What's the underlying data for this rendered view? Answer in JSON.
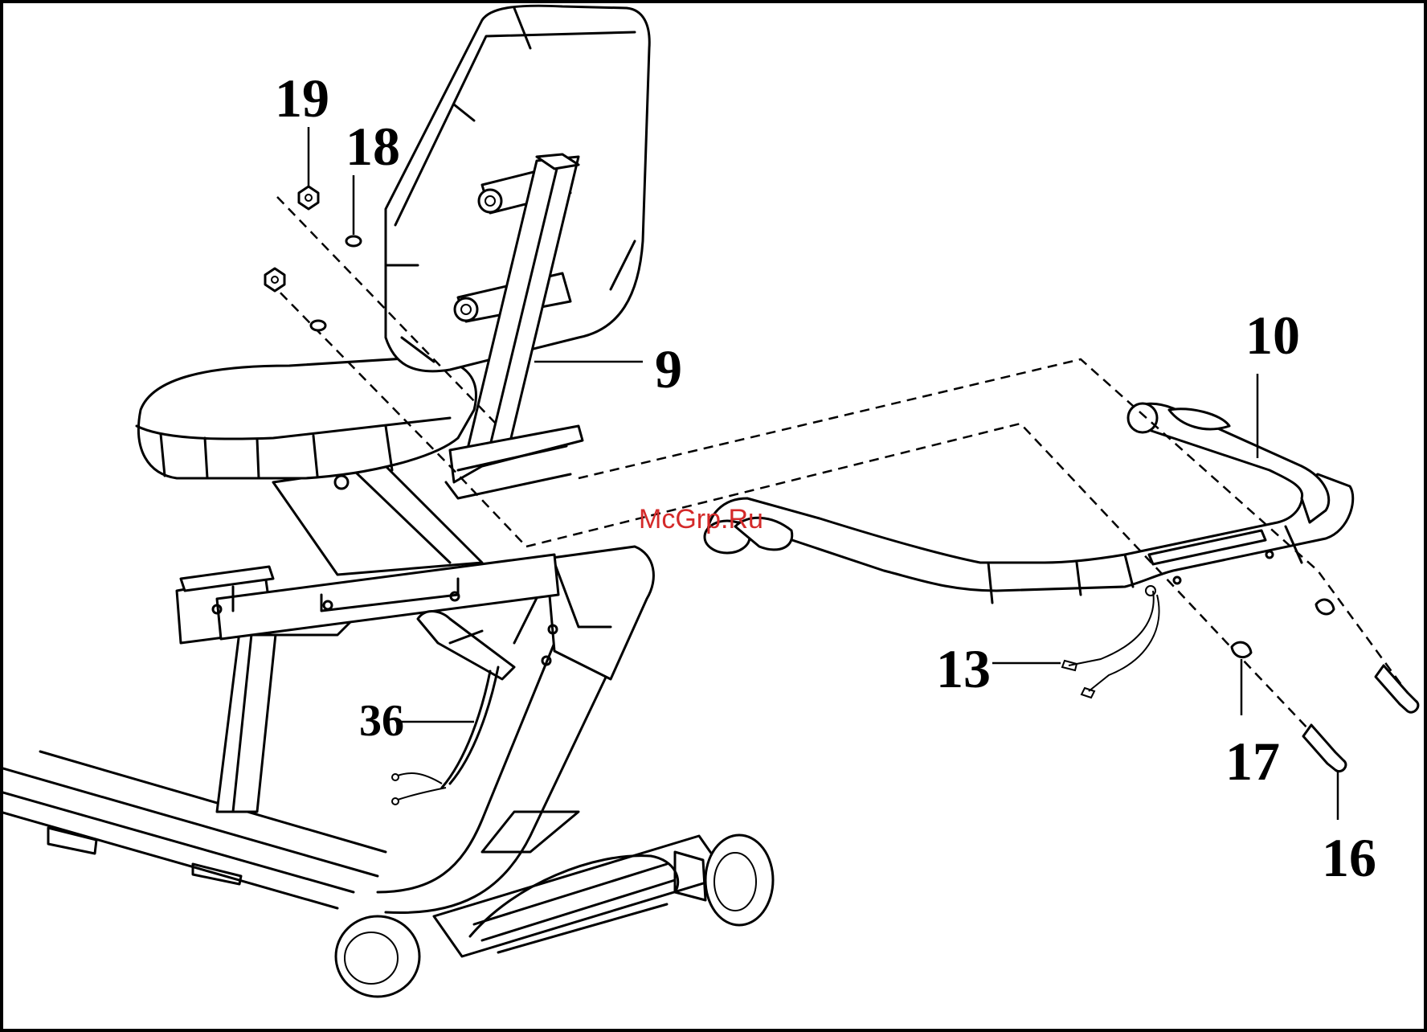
{
  "diagram": {
    "watermark": "McGrp.Ru",
    "callouts": [
      {
        "id": "19",
        "label": "19"
      },
      {
        "id": "18",
        "label": "18"
      },
      {
        "id": "9",
        "label": "9"
      },
      {
        "id": "10",
        "label": "10"
      },
      {
        "id": "13",
        "label": "13"
      },
      {
        "id": "36",
        "label": "36"
      },
      {
        "id": "17",
        "label": "17"
      },
      {
        "id": "16",
        "label": "16"
      }
    ]
  }
}
